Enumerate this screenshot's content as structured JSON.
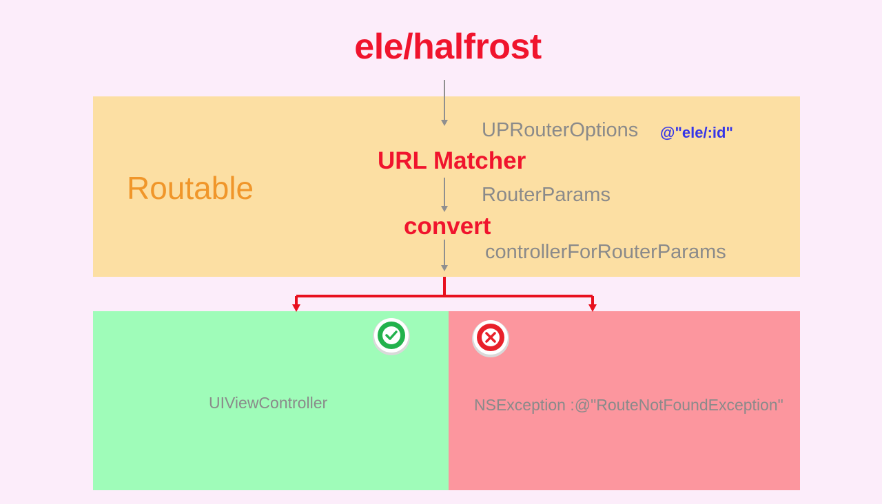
{
  "title": "ele/halfrost",
  "routable": {
    "label": "Routable",
    "options_label": "UPRouterOptions",
    "pattern": "@\"ele/:id\"",
    "matcher": "URL Matcher",
    "params_label": "RouterParams",
    "convert": "convert",
    "controller_method": "controllerForRouterParams"
  },
  "success": {
    "text": "UIViewController",
    "icon": "check-icon",
    "color": "#9ffcb9"
  },
  "failure": {
    "text": "NSException :@\"RouteNotFoundException\"",
    "icon": "x-icon",
    "color": "#fc969e"
  },
  "colors": {
    "background": "#fcedfa",
    "routable_box": "#fcdfa3",
    "accent_red": "#f0142d",
    "routable_label": "#f0962a",
    "gray_text": "#8a8a8a",
    "pattern_blue": "#3535e8",
    "check_green": "#22b24c",
    "x_red": "#e8202a"
  }
}
